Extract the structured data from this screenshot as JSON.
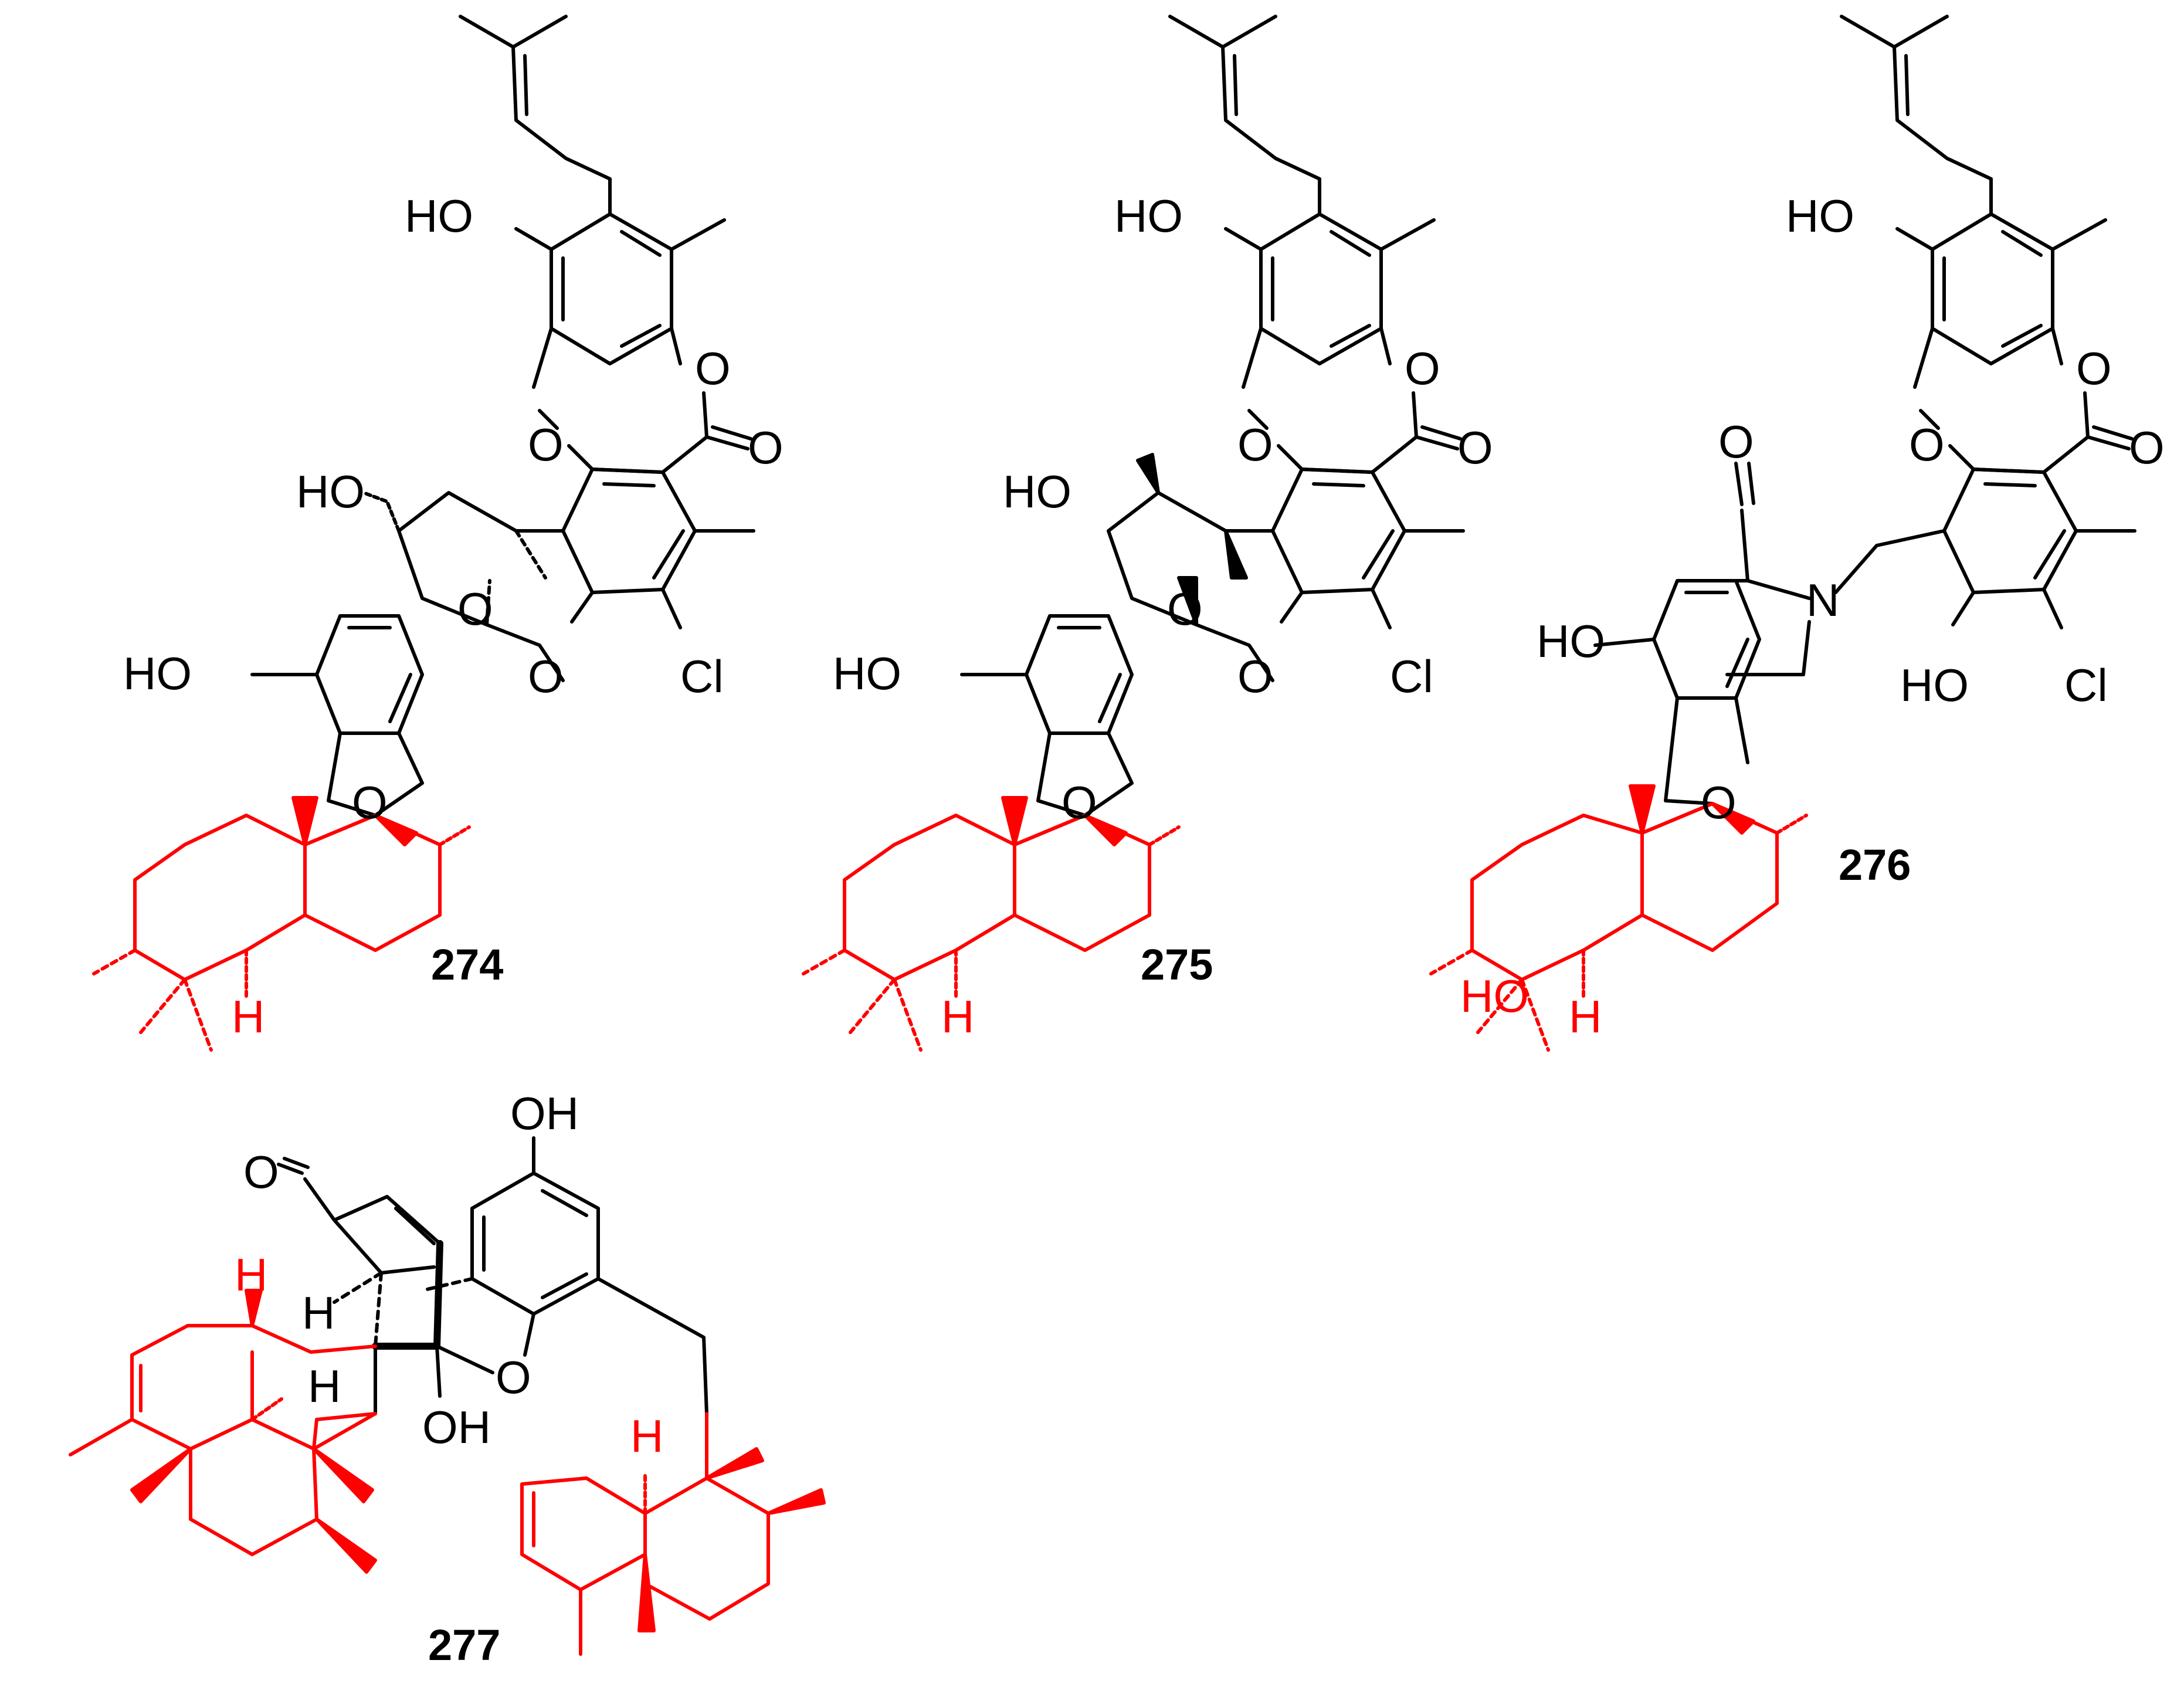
{
  "colors": {
    "scaffold": "#000000",
    "terpenoid": "#ff0000",
    "background": "#ffffff"
  },
  "compounds": [
    {
      "id": "274",
      "atom_labels": [
        "HO",
        "O",
        "O",
        "O",
        "O",
        "O",
        "HO",
        "O",
        "Cl",
        "HO",
        "H"
      ]
    },
    {
      "id": "275",
      "atom_labels": [
        "HO",
        "O",
        "O",
        "O",
        "O",
        "HO",
        "O",
        "O",
        "Cl",
        "HO",
        "H"
      ]
    },
    {
      "id": "276",
      "atom_labels": [
        "HO",
        "O",
        "O",
        "O",
        "O",
        "N",
        "HO",
        "O",
        "HO",
        "Cl",
        "HO",
        "H"
      ]
    },
    {
      "id": "277",
      "atom_labels": [
        "OH",
        "O",
        "H",
        "H",
        "H",
        "O",
        "OH",
        "H"
      ]
    }
  ]
}
